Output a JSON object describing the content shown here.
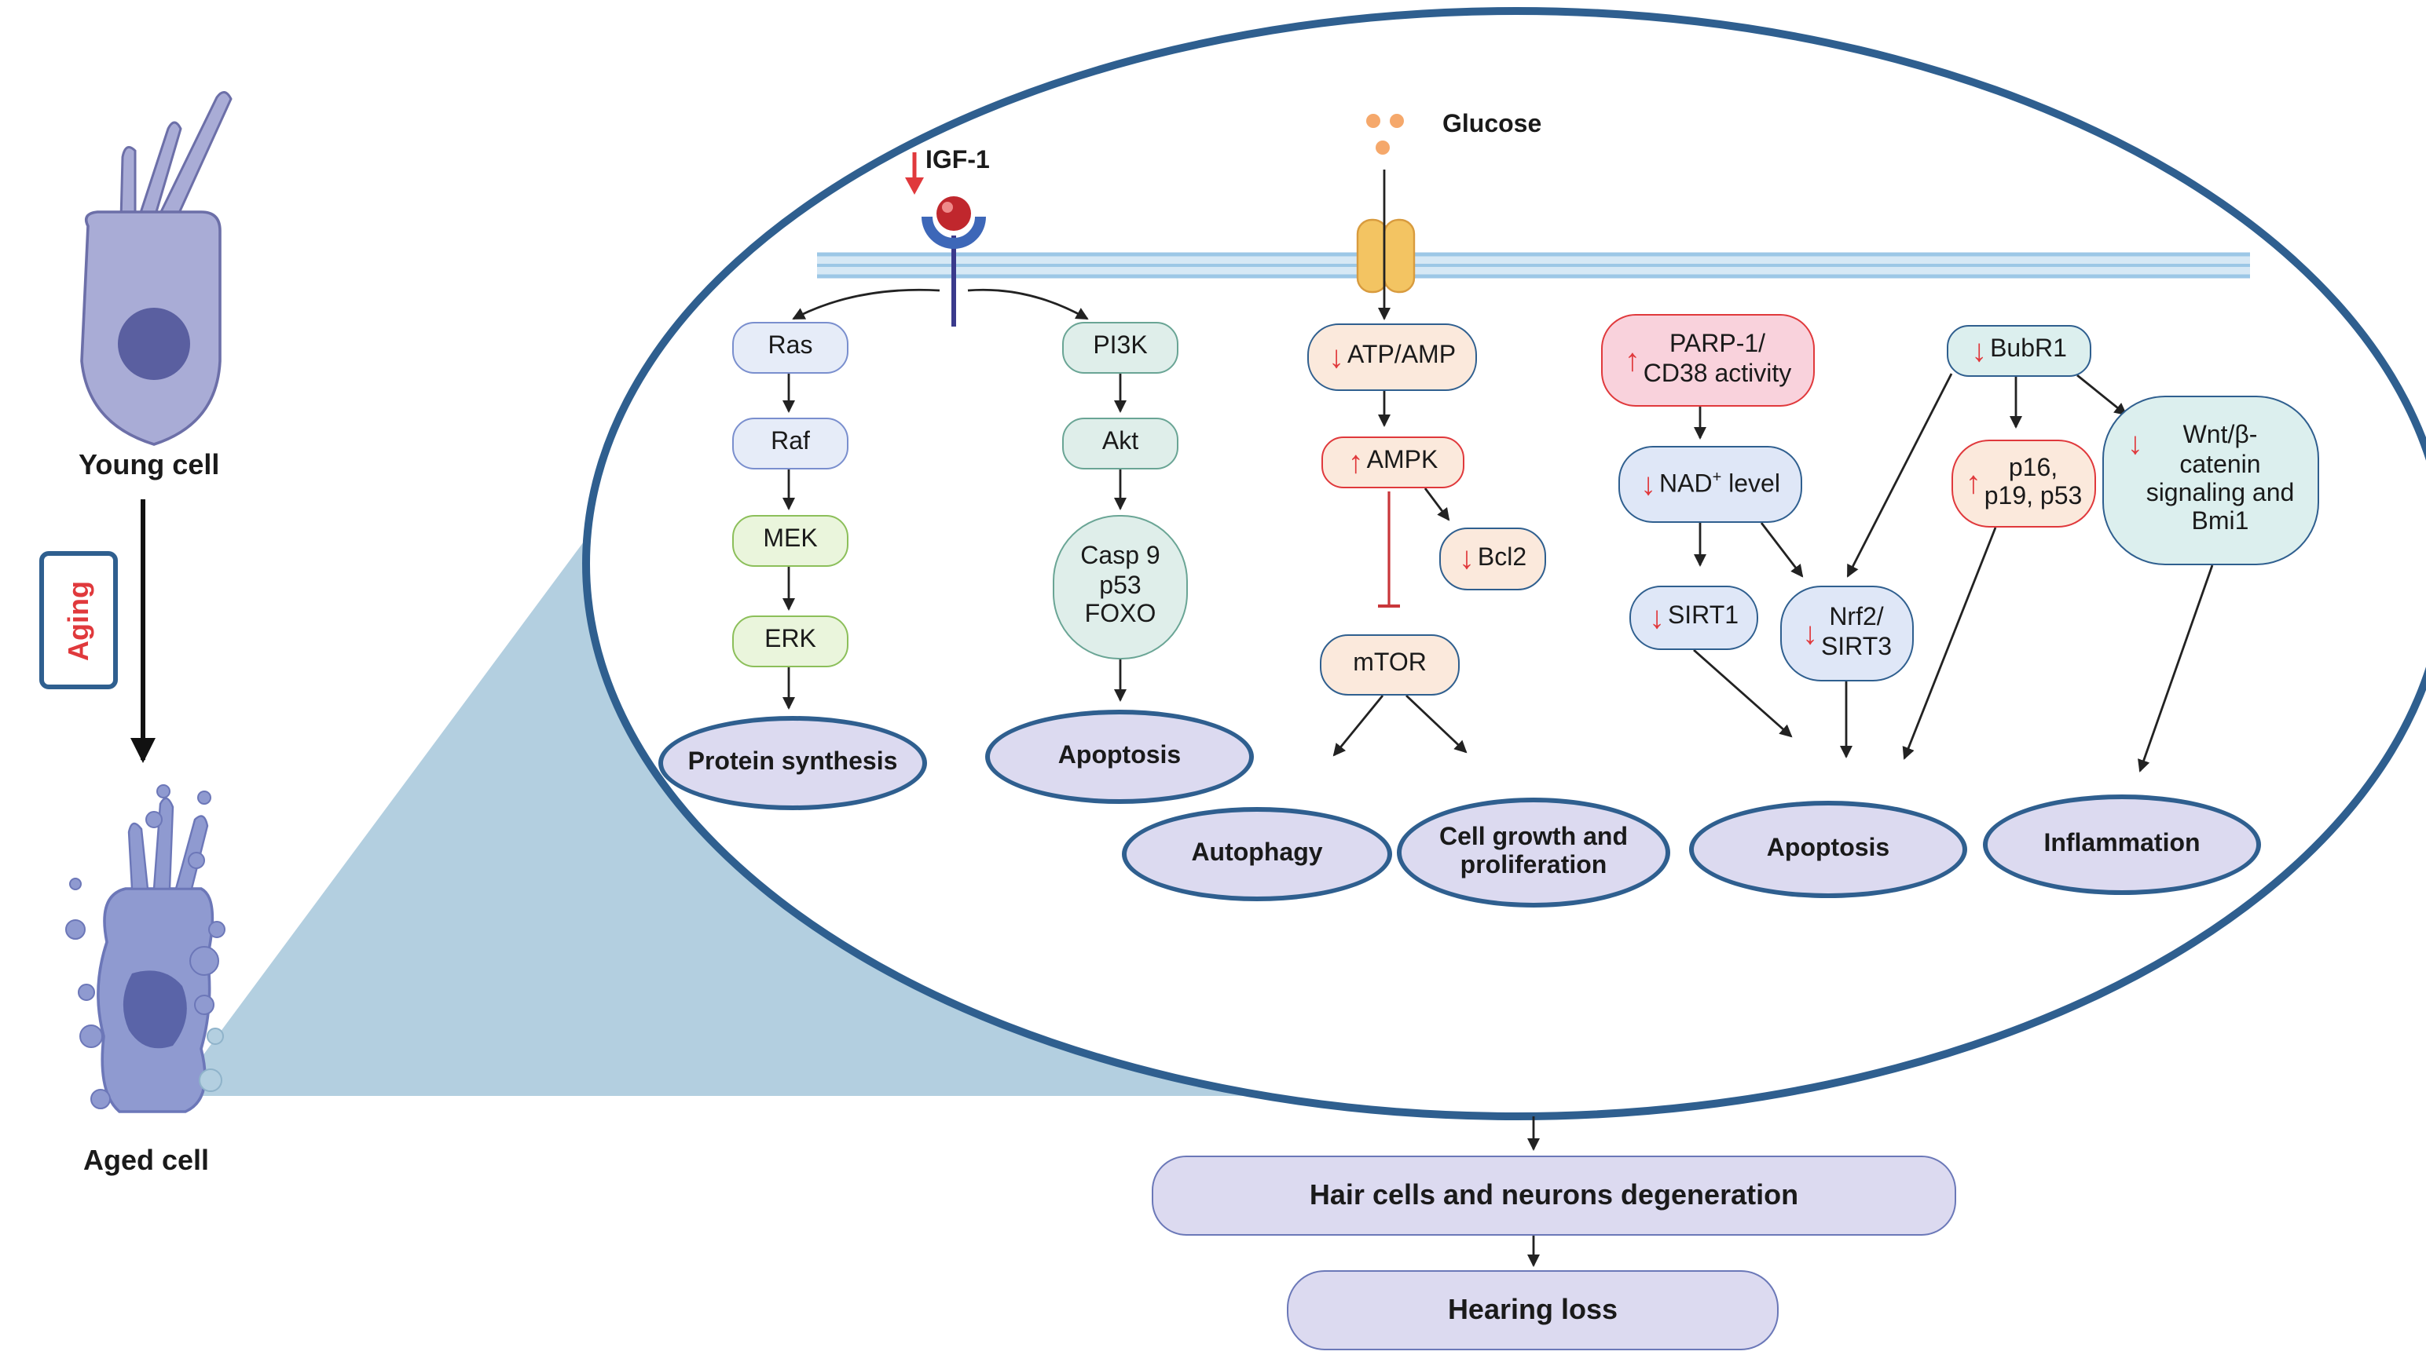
{
  "left_panel": {
    "young_cell_label": "Young cell",
    "aging_label": "Aging",
    "aged_cell_label": "Aged cell"
  },
  "membrane": {
    "igf_label": "IGF-1",
    "glucose_label": "Glucose"
  },
  "igf_pathway": {
    "ras": "Ras",
    "raf": "Raf",
    "mek": "MEK",
    "erk": "ERK",
    "protein_synthesis": "Protein synthesis",
    "pi3k": "PI3K",
    "akt": "Akt",
    "casp_line1": "Casp 9",
    "casp_line2": "p53",
    "casp_line3": "FOXO",
    "apoptosis": "Apoptosis"
  },
  "glucose_pathway": {
    "atp_amp": "ATP/AMP",
    "ampk": "AMPK",
    "bcl2": "Bcl2",
    "mtor": "mTOR",
    "autophagy": "Autophagy",
    "cell_growth_line1": "Cell growth and",
    "cell_growth_line2": "proliferation"
  },
  "nad_pathway": {
    "parp_line1": "PARP-1/",
    "parp_line2": "CD38 activity",
    "nad_prefix": "NAD",
    "nad_superscript": "+",
    "nad_suffix": " level",
    "sirt1": "SIRT1",
    "nrf2_line1": "Nrf2/",
    "nrf2_line2": "SIRT3",
    "apoptosis": "Apoptosis"
  },
  "bubr1_pathway": {
    "bubr1": "BubR1",
    "p16_line1": "p16,",
    "p16_line2": "p19, p53",
    "wnt_line1": "Wnt/β-",
    "wnt_line2": "catenin",
    "wnt_line3": "signaling and",
    "wnt_line4": "Bmi1",
    "inflammation": "Inflammation"
  },
  "outcomes": {
    "degeneration": "Hair cells and neurons degeneration",
    "hearing_loss": "Hearing loss"
  },
  "colors": {
    "ellipse_border": "#2f5f8f",
    "down_arrow": "#e0393c",
    "membrane": "#bcd9ef",
    "zoom_wedge": "#b3cfe0",
    "cell_body": "#a9acd6",
    "nucleus": "#5a5fa0"
  },
  "icons": [
    "down-arrow-icon",
    "up-arrow-icon",
    "receptor-icon",
    "glucose-transporter-icon",
    "glucose-molecule-icon"
  ]
}
